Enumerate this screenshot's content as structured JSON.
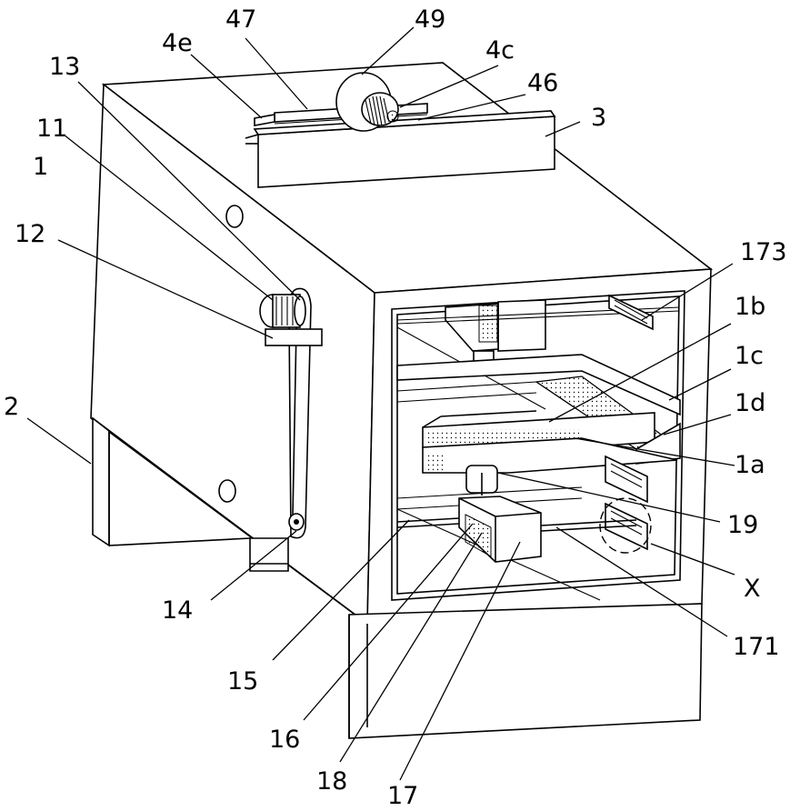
{
  "labels": {
    "l47": "47",
    "l49": "49",
    "l4e": "4e",
    "l4c": "4c",
    "l13": "13",
    "l46": "46",
    "l3": "3",
    "l11": "11",
    "l1": "1",
    "l12": "12",
    "l173": "173",
    "l1b": "1b",
    "l1c": "1c",
    "l1d": "1d",
    "l2": "2",
    "l1a": "1a",
    "l19": "19",
    "lX": "X",
    "l14": "14",
    "l171": "171",
    "l15": "15",
    "l16": "16",
    "l18": "18",
    "l17": "17"
  }
}
